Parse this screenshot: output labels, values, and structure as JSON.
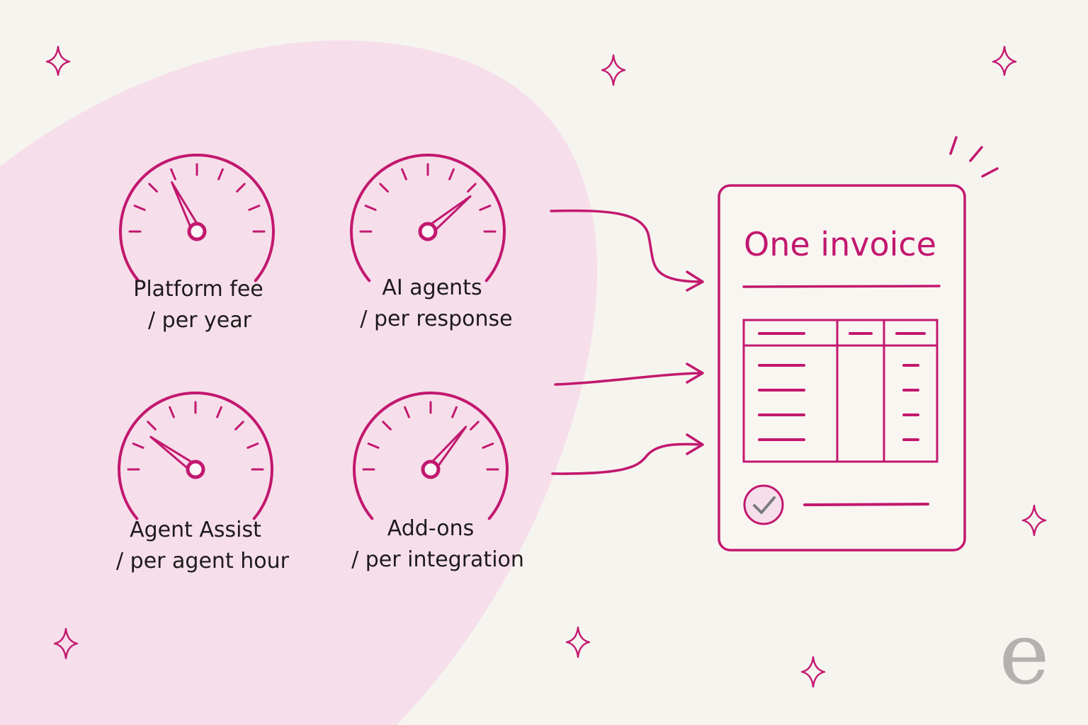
{
  "colors": {
    "background": "#f6f4ef",
    "blob": "#f6dfea",
    "accent": "#c2186f",
    "text": "#1e1a1c",
    "check_gray": "#7c7c7c",
    "watermark": "#b5b1b0"
  },
  "gauges": [
    {
      "name": "platform-fee",
      "line1": "Platform fee",
      "line2": "/ per year",
      "level": 0.35
    },
    {
      "name": "ai-agents",
      "line1": "AI agents",
      "line2": "/ per response",
      "level": 0.78
    },
    {
      "name": "agent-assist",
      "line1": "Agent Assist",
      "line2": "/ per agent hour",
      "level": 0.2
    },
    {
      "name": "add-ons",
      "line1": "Add-ons",
      "line2": "/ per integration",
      "level": 0.72
    }
  ],
  "invoice": {
    "title": "One invoice",
    "check_icon": "check-circle-icon"
  },
  "logo": {
    "text": "e"
  }
}
